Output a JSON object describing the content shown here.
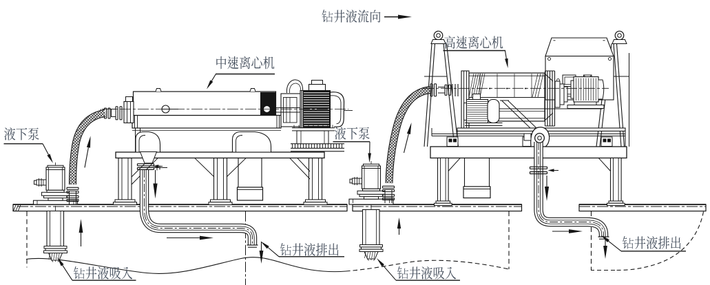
{
  "diagram": {
    "type": "engineering-drawing",
    "title": "钻井液流向",
    "labels": {
      "flow_direction": "钻井液流向",
      "medium_speed_centrifuge": "中速离心机",
      "high_speed_centrifuge": "高速离心机",
      "submersible_pump_left": "液下泵",
      "submersible_pump_middle": "液下泵",
      "mud_suction_left": "钻井液吸入",
      "mud_suction_middle": "钻井液吸入",
      "mud_discharge_left": "钻井液排出",
      "mud_discharge_right": "钻井液排出"
    },
    "colors": {
      "background": "#ffffff",
      "line": "#161616",
      "text": "#414b59"
    }
  }
}
